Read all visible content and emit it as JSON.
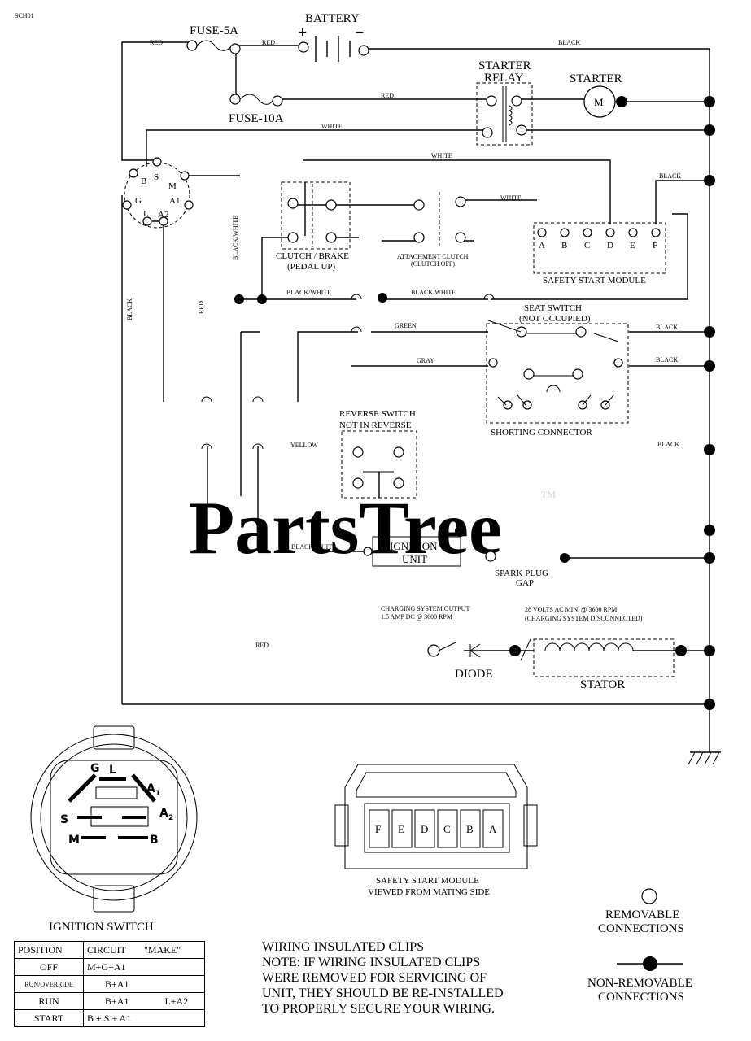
{
  "corner_code": "SCH01",
  "watermark": {
    "brand": "PartsTree",
    "tm": "TM"
  },
  "components": {
    "battery": "BATTERY",
    "battery_plus": "+",
    "battery_minus": "−",
    "fuse_5a": "FUSE-5A",
    "fuse_10a": "FUSE-10A",
    "starter_relay_line1": "STARTER",
    "starter_relay_line2": "RELAY",
    "starter": "STARTER",
    "starter_motor": "M",
    "clutch_brake_line1": "CLUTCH / BRAKE",
    "clutch_brake_line2": "(PEDAL UP)",
    "attachment_clutch_line1": "ATTACHMENT CLUTCH",
    "attachment_clutch_line2": "(CLUTCH OFF)",
    "safety_start_module": "SAFETY START MODULE",
    "seat_switch_line1": "SEAT SWITCH",
    "seat_switch_line2": "(NOT OCCUPIED)",
    "shorting_connector": "SHORTING CONNECTOR",
    "reverse_switch_line1": "REVERSE SWITCH",
    "reverse_switch_line2": "NOT IN REVERSE",
    "ignition_unit_line1": "IGNITION",
    "ignition_unit_line2": "UNIT",
    "spark_plug_line1": "SPARK PLUG",
    "spark_plug_line2": "GAP",
    "charging_output_line1": "CHARGING SYSTEM OUTPUT",
    "charging_output_line2": "1.5 AMP DC @ 3600 RPM",
    "stator_volts_line1": "28 VOLTS AC MIN. @ 3600 RPM",
    "stator_volts_line2": "(CHARGING SYSTEM DISCONNECTED)",
    "diode": "DIODE",
    "stator": "STATOR"
  },
  "ignition_terminals": [
    "B",
    "S",
    "M",
    "G",
    "L",
    "A1",
    "A2"
  ],
  "module_terminals": [
    "A",
    "B",
    "C",
    "D",
    "E",
    "F"
  ],
  "module_connector_terminals": [
    "F",
    "E",
    "D",
    "C",
    "B",
    "A"
  ],
  "wire_colors": {
    "red": "RED",
    "black": "BLACK",
    "white": "WHITE",
    "black_white": "BLACK/WHITE",
    "green": "GREEN",
    "gray": "GRAY",
    "yellow": "YELLOW"
  },
  "ignition_switch": {
    "title": "IGNITION SWITCH",
    "face_labels": {
      "g": "G",
      "l": "L",
      "a1": "A",
      "a1_sub": "1",
      "a2": "A",
      "a2_sub": "2",
      "s": "S",
      "m": "M",
      "b": "B"
    },
    "table": {
      "headers": [
        "POSITION",
        "CIRCUIT",
        "\"MAKE\""
      ],
      "rows": [
        {
          "position": "OFF",
          "circuit": "M+G+A1",
          "extra": ""
        },
        {
          "position": "RUN/OVERRIDE",
          "circuit": "B+A1",
          "extra": ""
        },
        {
          "position": "RUN",
          "circuit": "B+A1",
          "extra": "L+A2"
        },
        {
          "position": "START",
          "circuit": "B + S + A1",
          "extra": ""
        }
      ]
    }
  },
  "module_view": {
    "line1": "SAFETY START MODULE",
    "line2": "VIEWED FROM MATING SIDE"
  },
  "clips_note": {
    "title": "WIRING INSULATED CLIPS",
    "lines": [
      "NOTE:  IF WIRING INSULATED CLIPS",
      "WERE REMOVED FOR SERVICING OF",
      "UNIT, THEY SHOULD BE RE-INSTALLED",
      "TO PROPERLY SECURE YOUR WIRING."
    ]
  },
  "legend": {
    "removable_line1": "REMOVABLE",
    "removable_line2": "CONNECTIONS",
    "non_removable_line1": "NON-REMOVABLE",
    "non_removable_line2": "CONNECTIONS"
  }
}
